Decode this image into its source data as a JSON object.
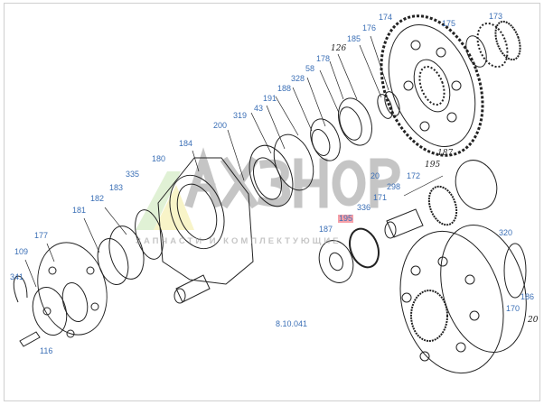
{
  "diagram": {
    "drawing_number": "8.10.041",
    "watermark": {
      "logo_text": "АХЗНОР",
      "tagline": "ЗАПЧАСТИ И КОМПЛЕКТУЮЩИЕ"
    },
    "highlighted_part": "195",
    "part_labels": [
      "174",
      "173",
      "175",
      "176",
      "185",
      "126",
      "178",
      "58",
      "328",
      "188",
      "191",
      "43",
      "319",
      "200",
      "184",
      "180",
      "335",
      "183",
      "182",
      "181",
      "177",
      "109",
      "341",
      "116",
      "187",
      "195",
      "20",
      "298",
      "172",
      "171",
      "336",
      "195",
      "187",
      "320",
      "186",
      "170",
      "20"
    ]
  },
  "colors": {
    "label": "#3b6fb6",
    "highlight": "#f7a0a8",
    "line": "#222222"
  }
}
